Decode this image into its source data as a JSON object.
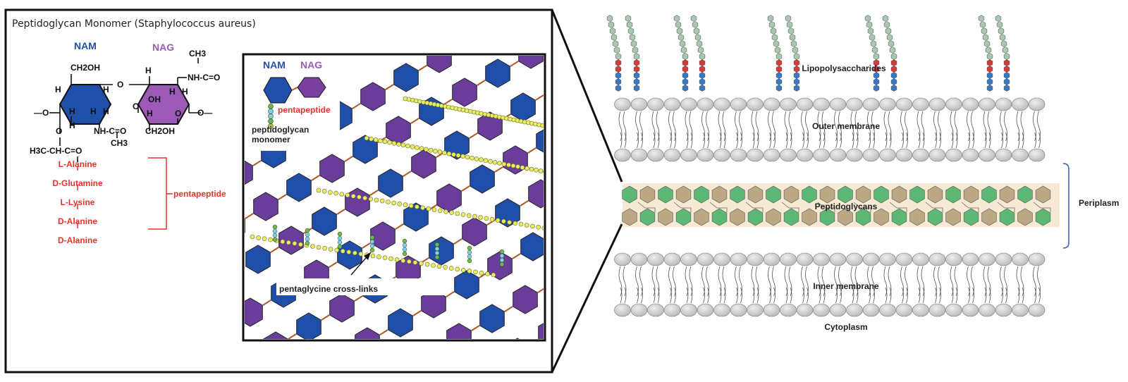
{
  "title": "Peptidoglycan Monomer (Staphylococcus aureus)",
  "structure": {
    "nam_label": "NAM",
    "nag_label": "NAG",
    "ch3_top": "CH3",
    "nh_c_o_top": "NH-C=O",
    "ch2oh_top": "CH2OH",
    "ch2oh_bottom": "CH2OH",
    "nh_c_o_bottom": "NH-C=O",
    "ch3_bottom": "CH3",
    "h3c_group": "H3C-CH-C=O",
    "h": "H",
    "o": "O",
    "oh": "OH",
    "minus_o": "—O",
    "o_minus": "O—"
  },
  "peptide": [
    "L-Alanine",
    "D-Glutamine",
    "L-Lysine",
    "D-Alanine",
    "D-Alanine"
  ],
  "pentapeptide_label": "pentapeptide",
  "inset": {
    "nam_label": "NAM",
    "nag_label": "NAG",
    "pentapeptide": "pentapeptide",
    "monomer_line1": "peptidoglycan",
    "monomer_line2": "monomer",
    "crosslinks": "pentaglycine cross-links"
  },
  "membrane": {
    "lipopolysaccharides": "Lipopolysaccharides",
    "outer": "Outer membrane",
    "peptidoglycans": "Peptidoglycans",
    "periplasm": "Periplasm",
    "inner": "Inner membrane",
    "cytoplasm": "Cytoplasm"
  },
  "colors": {
    "nam": "#1f4fa8",
    "nag": "#9b5ab6",
    "nag_dark": "#6a3d9a",
    "peptide_red": "#e8322b",
    "glycine_yellow": "#e8ee60",
    "lipid_head": "#cfcfcf",
    "pg_green": "#5cb874",
    "pg_tan": "#bca884",
    "periplasm_band": "#f6ead4",
    "bracket": "#3a5bb5"
  }
}
